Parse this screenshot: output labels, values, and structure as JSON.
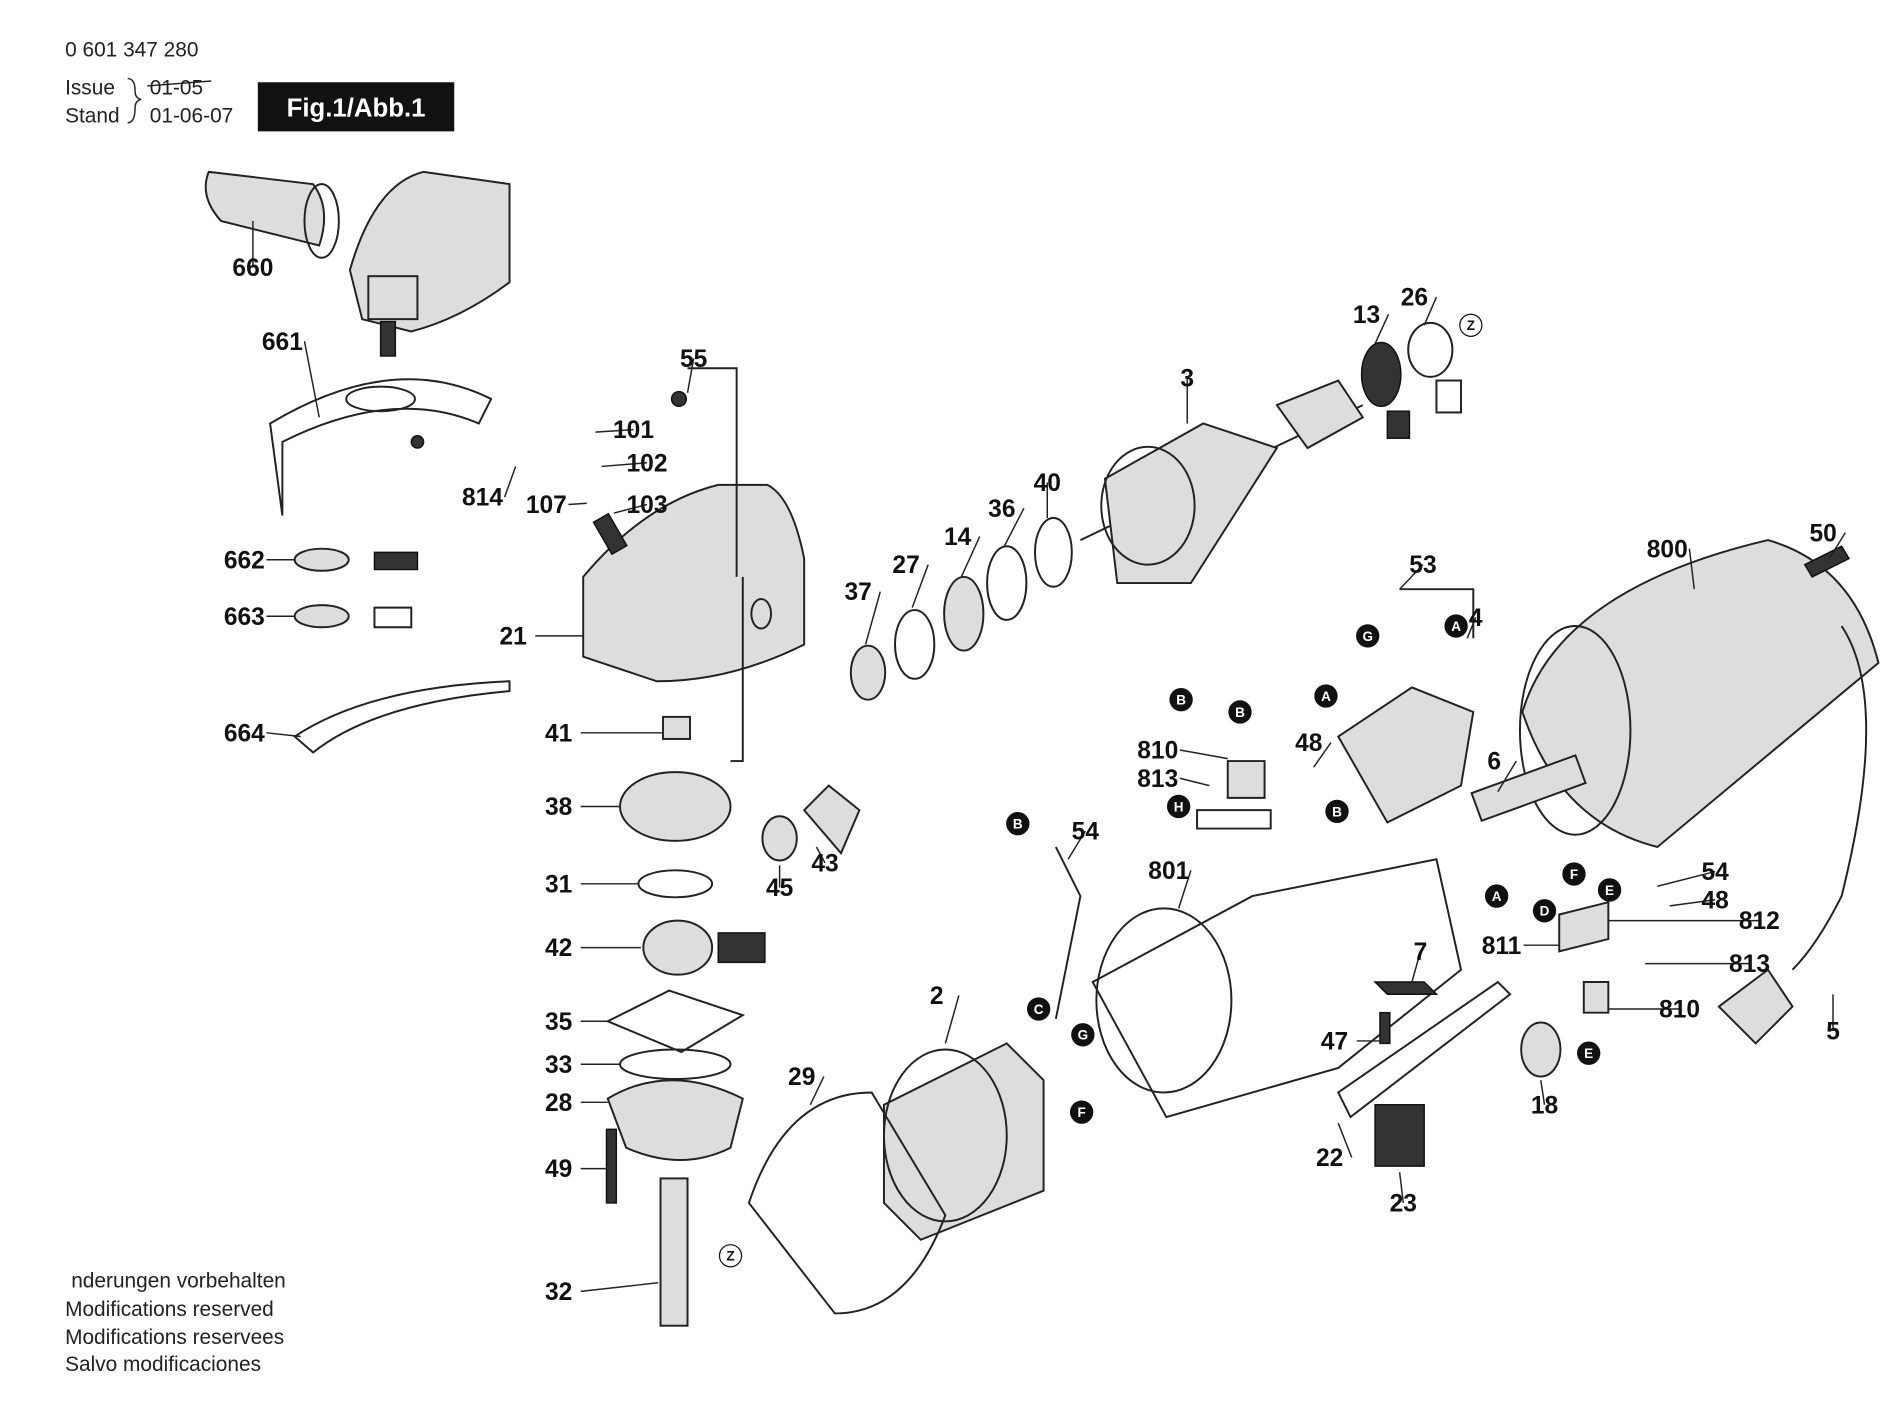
{
  "header": {
    "part_number": "0 601 347 280",
    "issue_label": "Issue",
    "stand_label": "Stand",
    "issue_old": "01-05",
    "stand_date": "01-06-07",
    "figure_label": "Fig.1/Abb.1"
  },
  "footer": {
    "lines": [
      "nderungen vorbehalten",
      "Modifications reserved",
      "Modifications reservees",
      "Salvo modificaciones"
    ]
  },
  "labels": [
    "660",
    "661",
    "55",
    "101",
    "102",
    "814",
    "107",
    "103",
    "662",
    "663",
    "21",
    "664",
    "41",
    "38",
    "37",
    "27",
    "14",
    "36",
    "40",
    "3",
    "13",
    "26",
    "53",
    "4",
    "800",
    "50",
    "810",
    "48",
    "813",
    "6",
    "54",
    "801",
    "31",
    "45",
    "43",
    "42",
    "54",
    "48",
    "812",
    "811",
    "813",
    "7",
    "2",
    "35",
    "33",
    "28",
    "29",
    "47",
    "810",
    "5",
    "18",
    "49",
    "22",
    "23",
    "32"
  ],
  "callouts": [
    "Z",
    "G",
    "B",
    "A",
    "H",
    "B",
    "B",
    "A",
    "F",
    "E",
    "D",
    "C",
    "G",
    "F",
    "E",
    "Z",
    "A",
    "B"
  ]
}
